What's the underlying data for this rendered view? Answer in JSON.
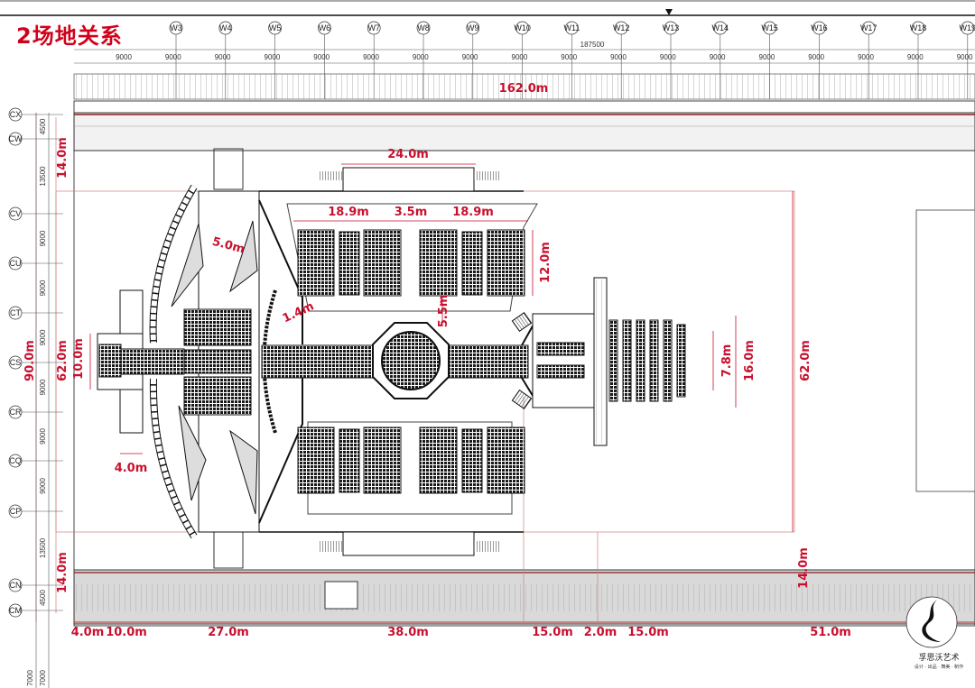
{
  "title": "2场地关系",
  "colors": {
    "accent_red": "#c8102e",
    "line": "#222222",
    "grid_fill": "#1a1a1a"
  },
  "column_axes": [
    "W3",
    "W4",
    "W5",
    "W6",
    "W7",
    "W8",
    "W9",
    "W10",
    "W11",
    "W12",
    "W13",
    "W14",
    "W15",
    "W16",
    "W17",
    "W18",
    "W19"
  ],
  "row_axes": [
    "CX",
    "CW",
    "CV",
    "CU",
    "CT",
    "CS",
    "CR",
    "CQ",
    "CP",
    "CN",
    "CM"
  ],
  "bay_spacing": [
    "9000",
    "9000",
    "9000",
    "9000",
    "9000",
    "9000",
    "9000",
    "9000",
    "9000",
    "9000",
    "9000",
    "9000",
    "9000",
    "9000",
    "9000",
    "9000",
    "9000",
    "9000"
  ],
  "overall_dimension": "187500",
  "left_spacing": [
    "4500",
    "13500",
    "9000",
    "9000",
    "9000",
    "9000",
    "9000",
    "9000",
    "13500",
    "4500"
  ],
  "bottom_left_small": [
    "7000",
    "7000"
  ],
  "dimensions": {
    "hall_length": "162.0m",
    "top_stage_width": "24.0m",
    "block_left": "18.9m",
    "aisle": "3.5m",
    "block_right": "18.9m",
    "block_depth": "12.0m",
    "wing_gap": "5.0m",
    "ramp_gap": "1.4m",
    "runway_gap": "5.5m",
    "entry_width": "10.0m",
    "inner_width": "62.0m",
    "total_width": "90.0m",
    "top_zone": "14.0m",
    "bottom_zone": "14.0m",
    "right_zone": "14.0m",
    "wing_width": "4.0m",
    "thrust_inner": "7.8m",
    "thrust_outer": "16.0m",
    "field_width": "62.0m"
  },
  "bottom_dimensions": [
    "4.0m",
    "10.0m",
    "27.0m",
    "38.0m",
    "15.0m",
    "2.0m",
    "15.0m",
    "51.0m"
  ],
  "logo": {
    "name": "孚思沃艺术",
    "tagline": "设计 · 出品 · 舞美 · 制作"
  }
}
